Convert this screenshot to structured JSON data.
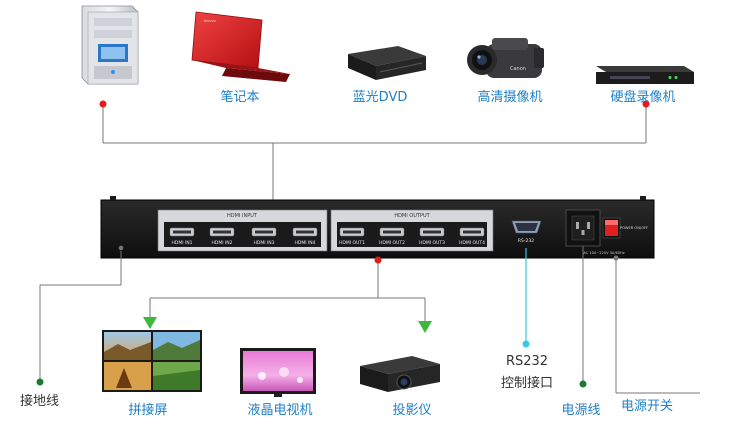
{
  "sources": [
    {
      "label": "",
      "icon": "desktop-pc-icon"
    },
    {
      "label": "笔记本",
      "icon": "laptop-icon"
    },
    {
      "label": "蓝光DVD",
      "icon": "bluray-dvd-player-icon"
    },
    {
      "label": "高清摄像机",
      "icon": "hd-camcorder-icon"
    },
    {
      "label": "硬盘录像机",
      "icon": "dvr-recorder-icon"
    }
  ],
  "device": {
    "input_panel_title": "HDMI INPUT",
    "output_panel_title": "HDMI OUTPUT",
    "inputs": [
      "HDMI IN1",
      "HDMI IN2",
      "HDMI IN3",
      "HDMI IN4"
    ],
    "outputs": [
      "HDMI OUT1",
      "HDMI OUT2",
      "HDMI OUT3",
      "HDMI OUT4"
    ],
    "rs232_port_label": "RS-232",
    "power_switch_label": "POWER ON/OFF",
    "power_rating": "AC 100~220V 50/60Hz"
  },
  "outputs": [
    {
      "label": "拼接屏",
      "icon": "video-wall-icon"
    },
    {
      "label": "液晶电视机",
      "icon": "lcd-tv-icon"
    },
    {
      "label": "投影仪",
      "icon": "projector-icon"
    }
  ],
  "connections": {
    "ground": "接地线",
    "rs232_line1": "RS232",
    "rs232_line2": "控制接口",
    "power_cord": "电源线",
    "power_switch": "电源开关"
  },
  "colors": {
    "label_blue": "#1f7fc8",
    "accent_red": "#e31b1b",
    "arrow_blue": "#2b8ee6",
    "arrow_green": "#3cb83c",
    "rs232_cyan": "#3ac6e6",
    "ground_green": "#1a7a2e"
  }
}
